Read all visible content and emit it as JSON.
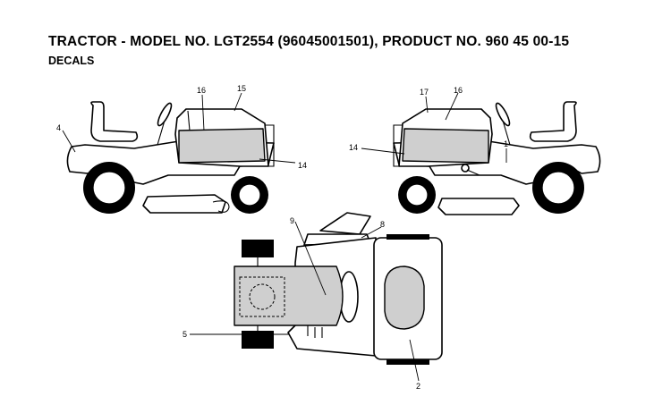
{
  "header": {
    "title": "TRACTOR - MODEL NO. LGT2554 (96045001501), PRODUCT NO. 960 45 00-15",
    "subtitle": "DECALS"
  },
  "callouts": {
    "left_view": {
      "c4": "4",
      "c16": "16",
      "c15": "15",
      "c14": "14"
    },
    "right_view": {
      "c17": "17",
      "c16": "16",
      "c14": "14",
      "c1": "1"
    },
    "top_view": {
      "c9": "9",
      "c8": "8",
      "c5": "5",
      "c2": "2"
    }
  }
}
